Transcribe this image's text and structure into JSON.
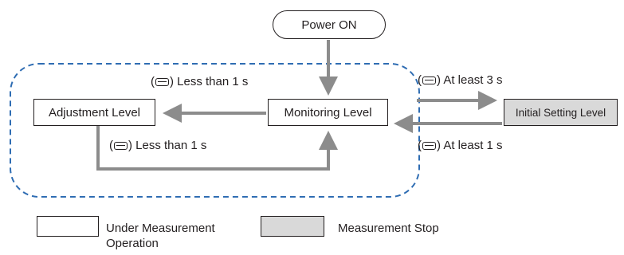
{
  "nodes": {
    "power_on": "Power ON",
    "adjustment": "Adjustment Level",
    "monitoring": "Monitoring Level",
    "initial_setting": "Initial Setting Level"
  },
  "transitions": {
    "monitoring_to_adjustment": {
      "open": "(",
      "close": ") Less than 1 s",
      "key_icon": "key-icon"
    },
    "adjustment_to_monitoring": {
      "open": "(",
      "close": ") Less than 1 s",
      "key_icon": "key-icon"
    },
    "monitoring_to_initial": {
      "open": "(",
      "close": ") At least 3 s",
      "key_icon": "key-icon"
    },
    "initial_to_monitoring": {
      "open": "(",
      "close": ") At least 1 s",
      "key_icon": "key-icon"
    }
  },
  "legend": {
    "under_measurement_line1": "Under Measurement",
    "under_measurement_line2": "Operation",
    "measurement_stop": "Measurement Stop"
  },
  "colors": {
    "arrow": "#8c8c8c",
    "dashed_border": "#2f6db3",
    "stop_fill": "#d9d9d9",
    "outline": "#231f20"
  }
}
